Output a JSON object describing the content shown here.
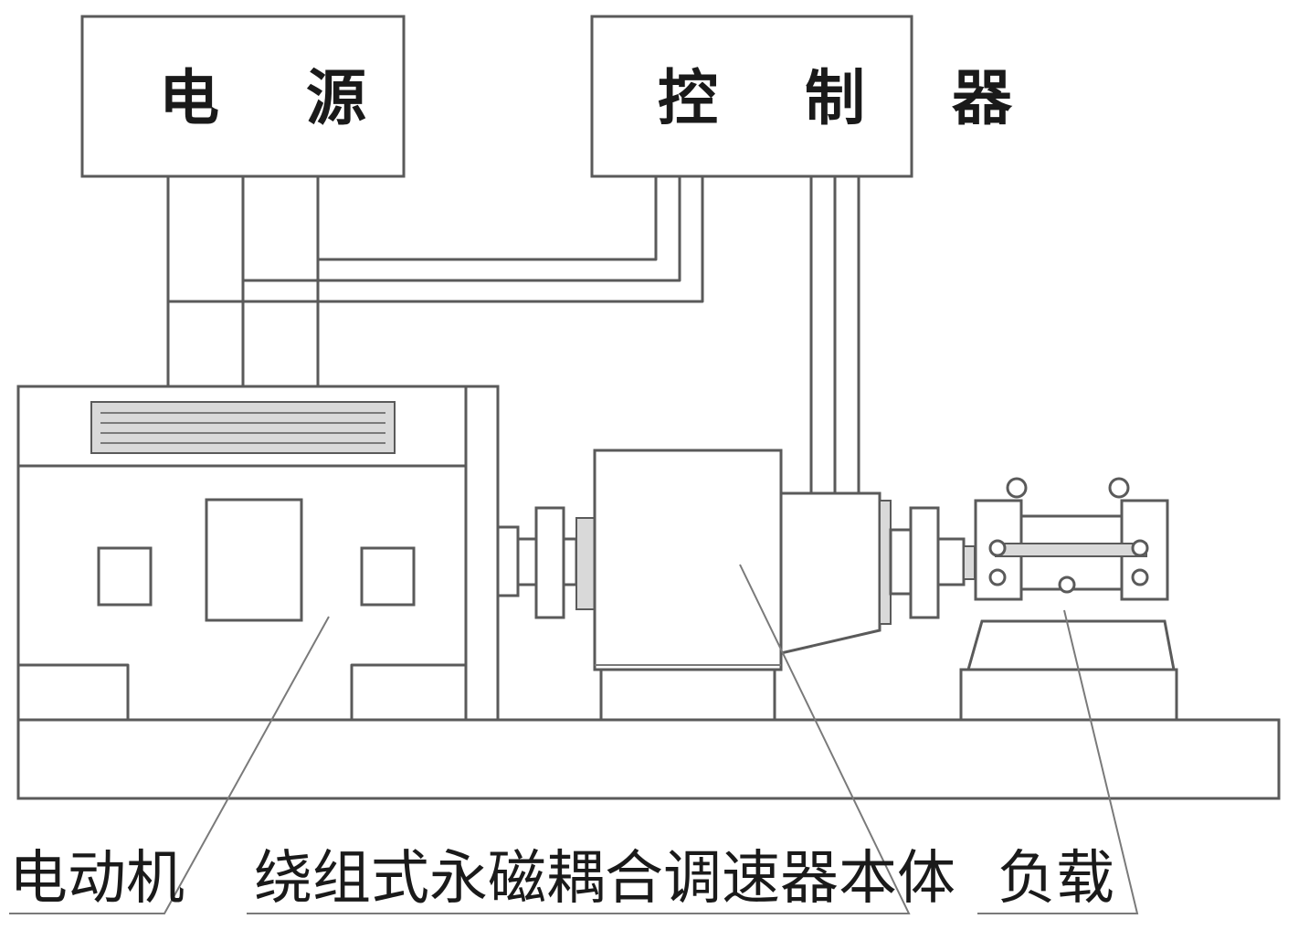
{
  "blocks": {
    "power": "电 源",
    "controller": "控 制 器"
  },
  "callouts": {
    "motor": "电动机",
    "coupling": "绕组式永磁耦合调速器本体",
    "load": "负载"
  }
}
